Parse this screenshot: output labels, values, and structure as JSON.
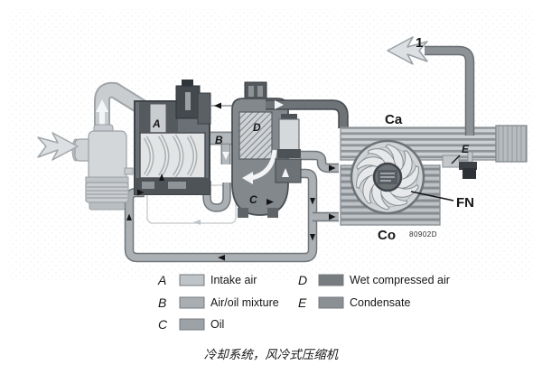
{
  "figure": {
    "callouts": {
      "outlet_number": "1",
      "intake_air_letter": "A",
      "mixture_letter": "B",
      "oil_letter": "C",
      "wet_air_letter": "D",
      "aftercooler": "Ca",
      "condensate_letter": "E",
      "fan": "FN",
      "oil_cooler": "Co",
      "drawing_code": "80902D"
    },
    "legend": {
      "items": [
        {
          "letter": "A",
          "label": "Intake air",
          "color": "#bfc4c8"
        },
        {
          "letter": "B",
          "label": "Air/oil mixture",
          "color": "#a9aeb3"
        },
        {
          "letter": "C",
          "label": "Oil",
          "color": "#9da2a7"
        },
        {
          "letter": "D",
          "label": "Wet compressed air",
          "color": "#777c81"
        },
        {
          "letter": "E",
          "label": "Condensate",
          "color": "#8b9095"
        }
      ]
    },
    "caption": "冷却系统，风冷式压缩机"
  }
}
